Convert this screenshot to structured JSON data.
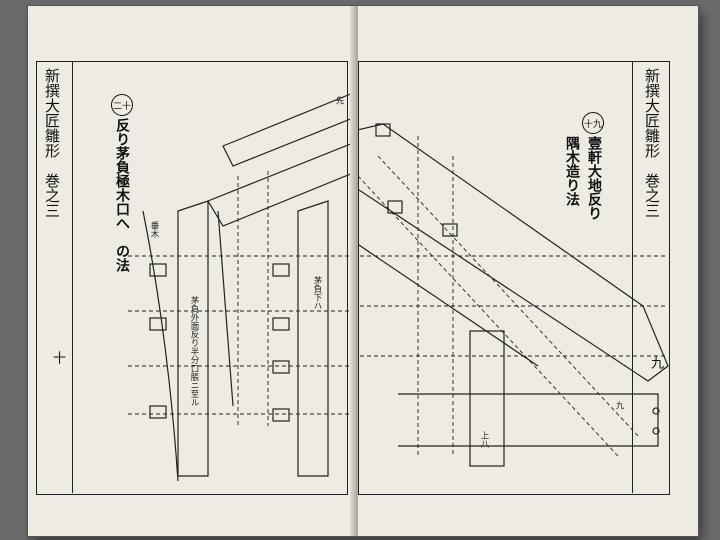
{
  "left_page": {
    "running_title": "新撰大匠雛形　巻之三",
    "folio": "十",
    "figure_number": "二十",
    "heading": "反り茅負極木口へ𛂦の法",
    "labels": {
      "a": "茅負外面反り半分口脹ニ至ル",
      "b": "茅負下ハ",
      "c": "垂木",
      "d": "先"
    }
  },
  "right_page": {
    "running_title": "新撰大匠雛形　巻之三",
    "folio": "九",
    "figure_number": "十九",
    "heading_line1": "壹軒大地反り",
    "heading_line2": "隅木造り法",
    "labels": {
      "a": "九",
      "b": "上八"
    }
  }
}
